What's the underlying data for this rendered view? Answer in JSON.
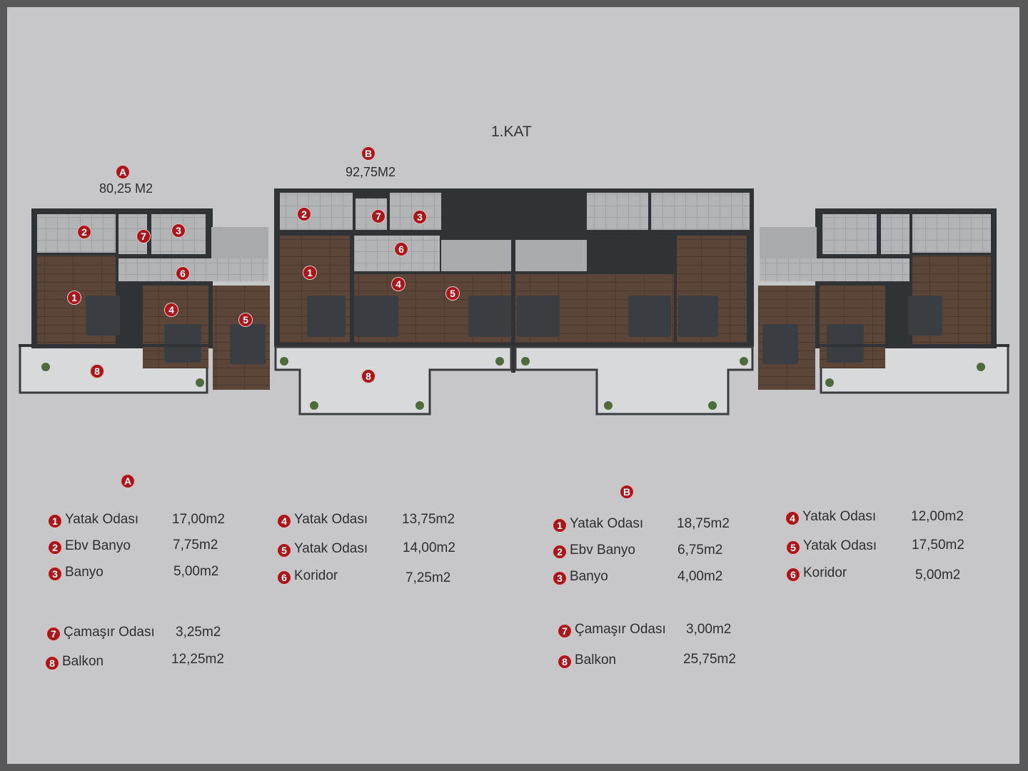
{
  "floor_title": "1.KAT",
  "units": {
    "A": {
      "letter": "A",
      "area": "80,25 M2"
    },
    "B": {
      "letter": "B",
      "area": "92,75M2"
    }
  },
  "plan_markers": {
    "a": [
      "1",
      "2",
      "3",
      "4",
      "5",
      "6",
      "7",
      "8"
    ],
    "b": [
      "1",
      "2",
      "3",
      "4",
      "5",
      "6",
      "7",
      "8"
    ]
  },
  "legend": {
    "A": {
      "letter": "A",
      "rooms": [
        {
          "num": "1",
          "name": "Yatak Odası",
          "area": "17,00m2"
        },
        {
          "num": "2",
          "name": "Ebv Banyo",
          "area": "7,75m2"
        },
        {
          "num": "3",
          "name": "Banyo",
          "area": "5,00m2"
        },
        {
          "num": "4",
          "name": "Yatak Odası",
          "area": "13,75m2"
        },
        {
          "num": "5",
          "name": "Yatak Odası",
          "area": "14,00m2"
        },
        {
          "num": "6",
          "name": "Koridor",
          "area": "7,25m2"
        },
        {
          "num": "7",
          "name": "Çamaşır Odası",
          "area": "3,25m2"
        },
        {
          "num": "8",
          "name": "Balkon",
          "area": "12,25m2"
        }
      ]
    },
    "B": {
      "letter": "B",
      "rooms": [
        {
          "num": "1",
          "name": "Yatak Odası",
          "area": "18,75m2"
        },
        {
          "num": "2",
          "name": "Ebv Banyo",
          "area": "6,75m2"
        },
        {
          "num": "3",
          "name": "Banyo",
          "area": "4,00m2"
        },
        {
          "num": "4",
          "name": "Yatak Odası",
          "area": "12,00m2"
        },
        {
          "num": "5",
          "name": "Yatak Odası",
          "area": "17,50m2"
        },
        {
          "num": "6",
          "name": "Koridor",
          "area": "5,00m2"
        },
        {
          "num": "7",
          "name": "Çamaşır Odası",
          "area": "3,00m2"
        },
        {
          "num": "8",
          "name": "Balkon",
          "area": "25,75m2"
        }
      ]
    }
  },
  "colors": {
    "marker": "#a8171b",
    "wall": "#2f3336",
    "floor_wood": "#5a4438",
    "tile": "#b5b5b5",
    "balcony": "#d7d8da",
    "bed": "#3a3d42"
  }
}
